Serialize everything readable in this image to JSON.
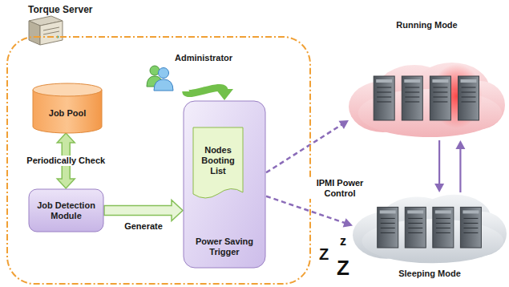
{
  "diagram": {
    "nodes": [
      {
        "text": [
          "Torque Server"
        ]
      },
      {
        "text": [
          "Administrator"
        ],
        "in": 0
      },
      {
        "text": [
          "Job Pool"
        ],
        "in": 0
      },
      {
        "text": [
          "Job Detection Module"
        ],
        "in": 0
      },
      {
        "text": [
          "Power Saving Trigger"
        ],
        "in": 0
      },
      {
        "text": [
          "Nodes Booting List"
        ],
        "in": 4
      },
      {
        "text": [
          "Running Mode"
        ]
      },
      {
        "text": [
          "Sleeping Mode"
        ]
      }
    ],
    "edges": [
      {
        "from": 2,
        "to": 3,
        "arrow": "both",
        "label": "Periodically Check"
      },
      {
        "from": 3,
        "to": 4,
        "arrow": "to",
        "label": "Generate"
      },
      {
        "from": 1,
        "to": 4,
        "arrow": "to"
      },
      {
        "from": 4,
        "to": 6,
        "arrow": "to"
      },
      {
        "from": 4,
        "to": 7,
        "arrow": "to"
      },
      {
        "from": 6,
        "to": 7,
        "arrow": "to"
      },
      {
        "from": 7,
        "to": 6,
        "arrow": "to"
      }
    ],
    "labels": [
      "IPMI Power Control",
      "z",
      "Z",
      "Z"
    ]
  }
}
